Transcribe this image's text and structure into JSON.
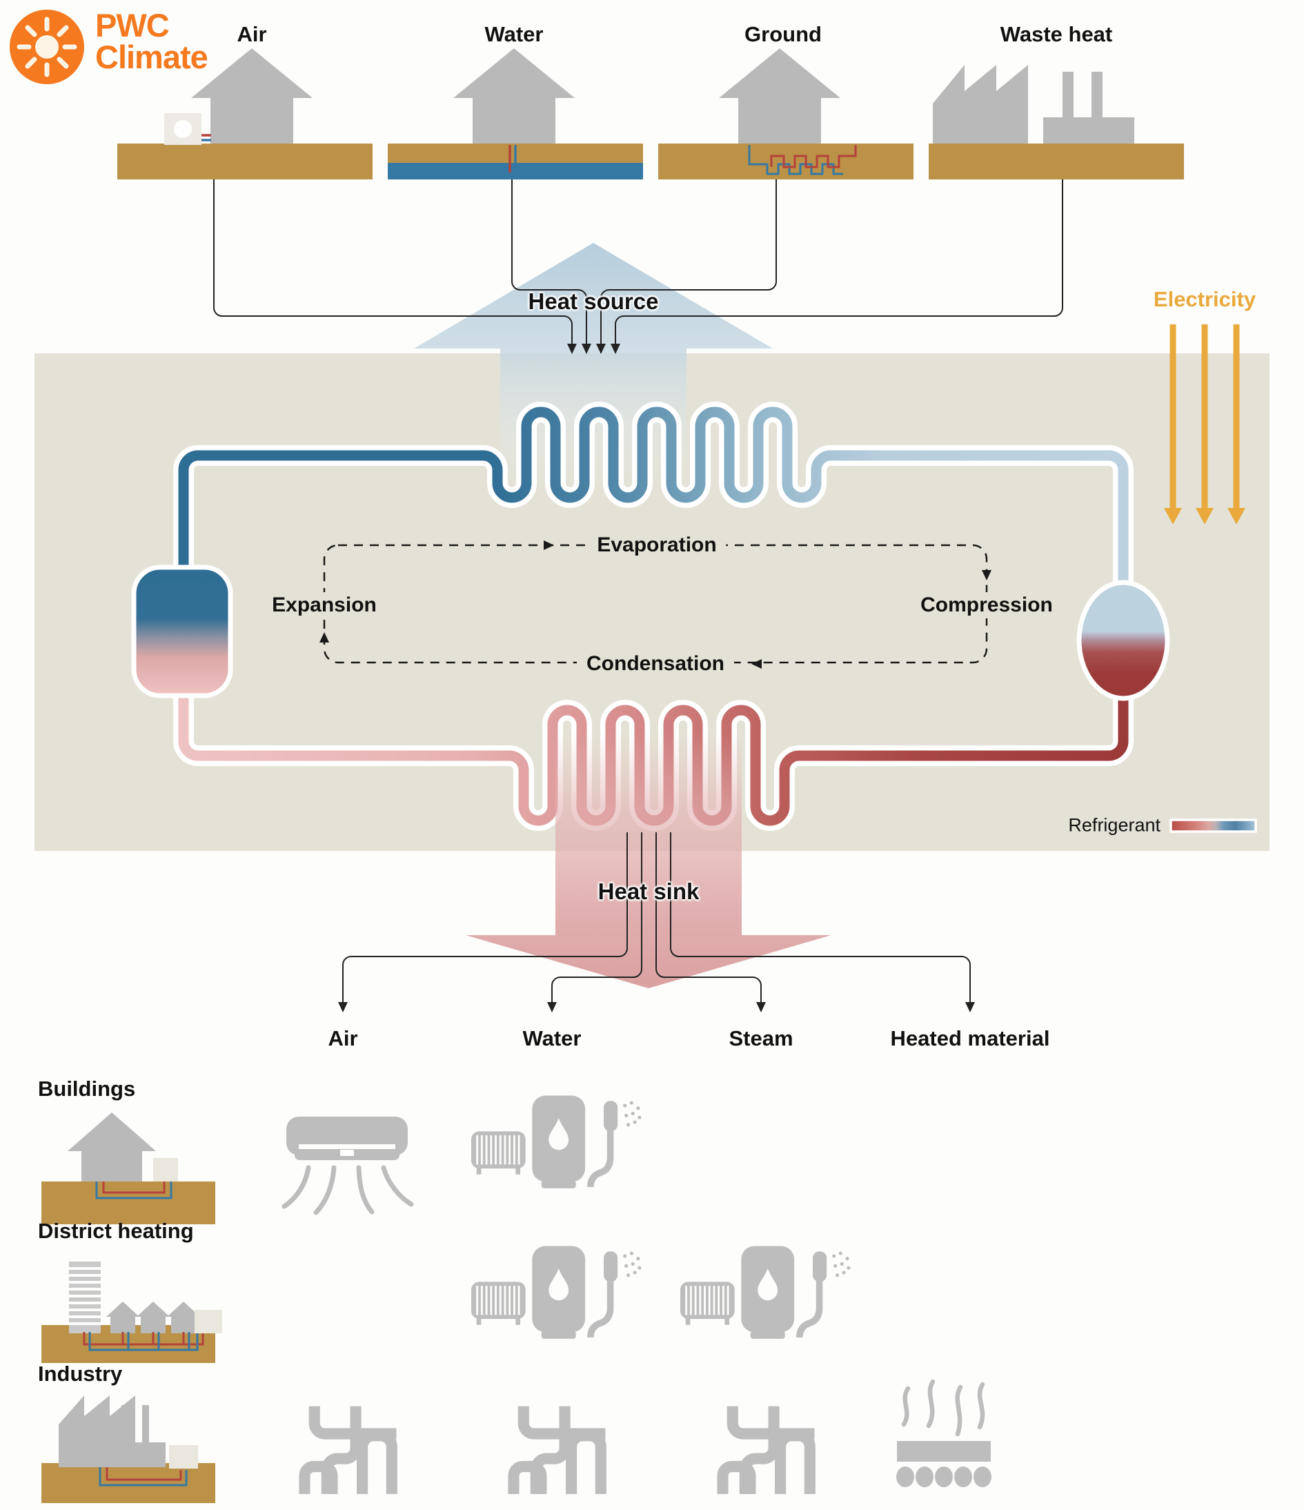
{
  "logo": {
    "line1": "PWC",
    "line2": "Climate",
    "icon": "sun-icon"
  },
  "sources": [
    "Air",
    "Water",
    "Ground",
    "Waste heat"
  ],
  "labels": {
    "heat_source": "Heat source",
    "heat_sink": "Heat sink",
    "electricity": "Electricity",
    "refrigerant": "Refrigerant"
  },
  "cycle": {
    "evaporation": "Evaporation",
    "compression": "Compression",
    "condensation": "Condensation",
    "expansion": "Expansion"
  },
  "sinks": [
    "Air",
    "Water",
    "Steam",
    "Heated material"
  ],
  "rows": [
    "Buildings",
    "District heating",
    "Industry"
  ],
  "colors": {
    "brand_orange": "#f4791f",
    "electricity_yellow": "#e9a93c",
    "pipe_blue_dark": "#2e6d94",
    "pipe_blue_light": "#bdd2e0",
    "pipe_red_dark": "#9c3a3a",
    "pipe_pink": "#efc3c3",
    "panel_beige": "#e4e2d6",
    "ground_brown": "#bb9247",
    "water_blue": "#3678a4",
    "icon_gray": "#bdbdbd"
  }
}
